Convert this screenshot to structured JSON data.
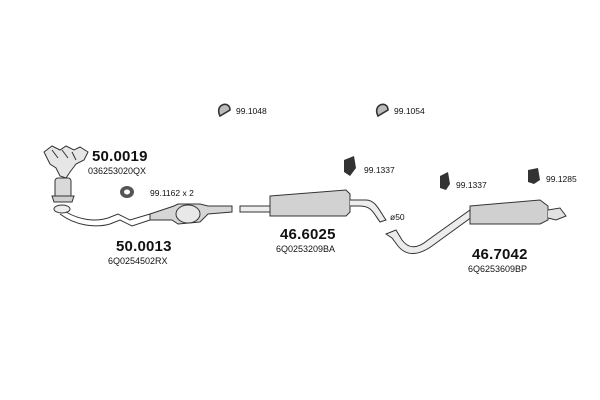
{
  "parts": [
    {
      "code": "50.0019",
      "oem": "036253020QX"
    },
    {
      "code": "50.0013",
      "oem": "6Q0254502RX"
    },
    {
      "code": "46.6025",
      "oem": "6Q0253209BA"
    },
    {
      "code": "46.7042",
      "oem": "6Q6253609BP"
    }
  ],
  "accessories": [
    {
      "code": "99.1048"
    },
    {
      "code": "99.1054"
    },
    {
      "code": "99.1162 x 2"
    },
    {
      "code": "99.1337"
    },
    {
      "code": "99.1337"
    },
    {
      "code": "99.1285"
    }
  ],
  "pipe_note": "ø50"
}
